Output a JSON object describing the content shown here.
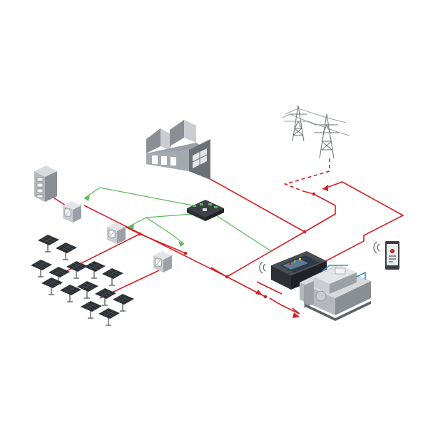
{
  "diagram": {
    "colors": {
      "power_line": "#d81e24",
      "control_line": "#5cb85c",
      "cooling_line": "#3b8fd1",
      "gray_dark": "#5d6268",
      "gray_mid": "#8a8f95",
      "gray_light": "#c9ccd0",
      "panel": "#2d3136",
      "background": "#ffffff"
    },
    "components": [
      {
        "id": "factory",
        "icon": "factory-icon"
      },
      {
        "id": "transmission-tower",
        "icon": "power-pylon-icon"
      },
      {
        "id": "battery-cabinet",
        "icon": "battery-rack-icon"
      },
      {
        "id": "inverter-1",
        "icon": "inverter-box-icon"
      },
      {
        "id": "inverter-2",
        "icon": "inverter-box-icon"
      },
      {
        "id": "inverter-3",
        "icon": "inverter-box-icon"
      },
      {
        "id": "io-module",
        "icon": "io-module-icon"
      },
      {
        "id": "hybrid-controller",
        "icon": "controller-display-icon"
      },
      {
        "id": "genset",
        "icon": "generator-icon"
      },
      {
        "id": "smartphone",
        "icon": "smartphone-icon"
      },
      {
        "id": "solar-array",
        "icon": "solar-panel-icon"
      }
    ]
  }
}
